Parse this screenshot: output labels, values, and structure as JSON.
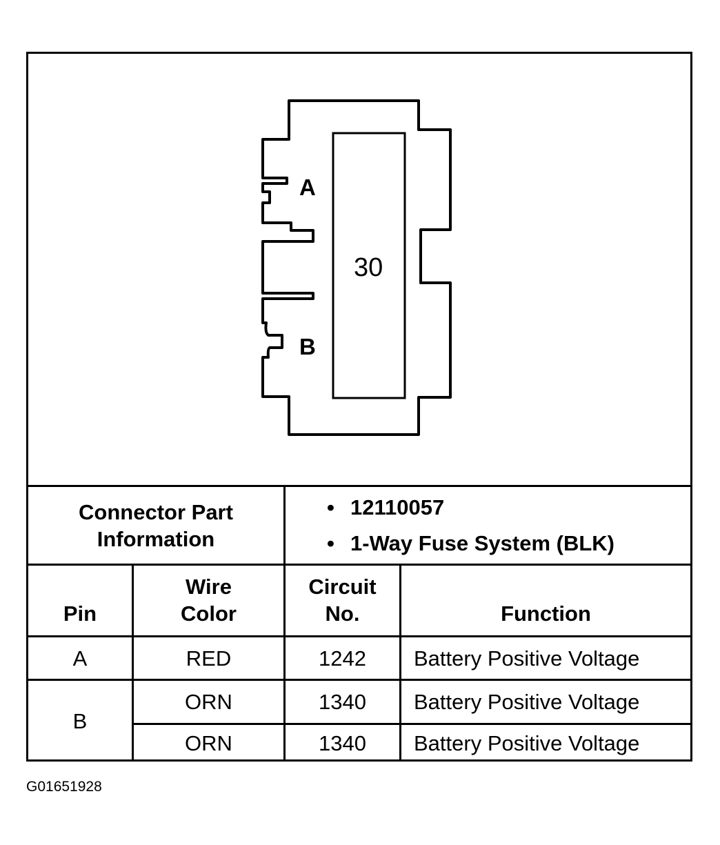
{
  "connector": {
    "pin_a_label": "A",
    "pin_b_label": "B",
    "cavity_number": "30"
  },
  "part_info": {
    "label": "Connector Part Information",
    "items": [
      "12110057",
      "1-Way Fuse System (BLK)"
    ],
    "bullet": "•"
  },
  "table": {
    "headers": {
      "pin": "Pin",
      "wire_color": "Wire Color",
      "circuit": "Circuit No.",
      "function": "Function"
    },
    "rows": [
      {
        "pin": "A",
        "wire_color": "RED",
        "circuit": "1242",
        "function": "Battery Positive Voltage"
      },
      {
        "pin": "B",
        "wire_color": "ORN",
        "circuit": "1340",
        "function": "Battery Positive Voltage"
      },
      {
        "pin": "",
        "wire_color": "ORN",
        "circuit": "1340",
        "function": "Battery Positive Voltage"
      }
    ]
  },
  "figure_id": "G01651928"
}
